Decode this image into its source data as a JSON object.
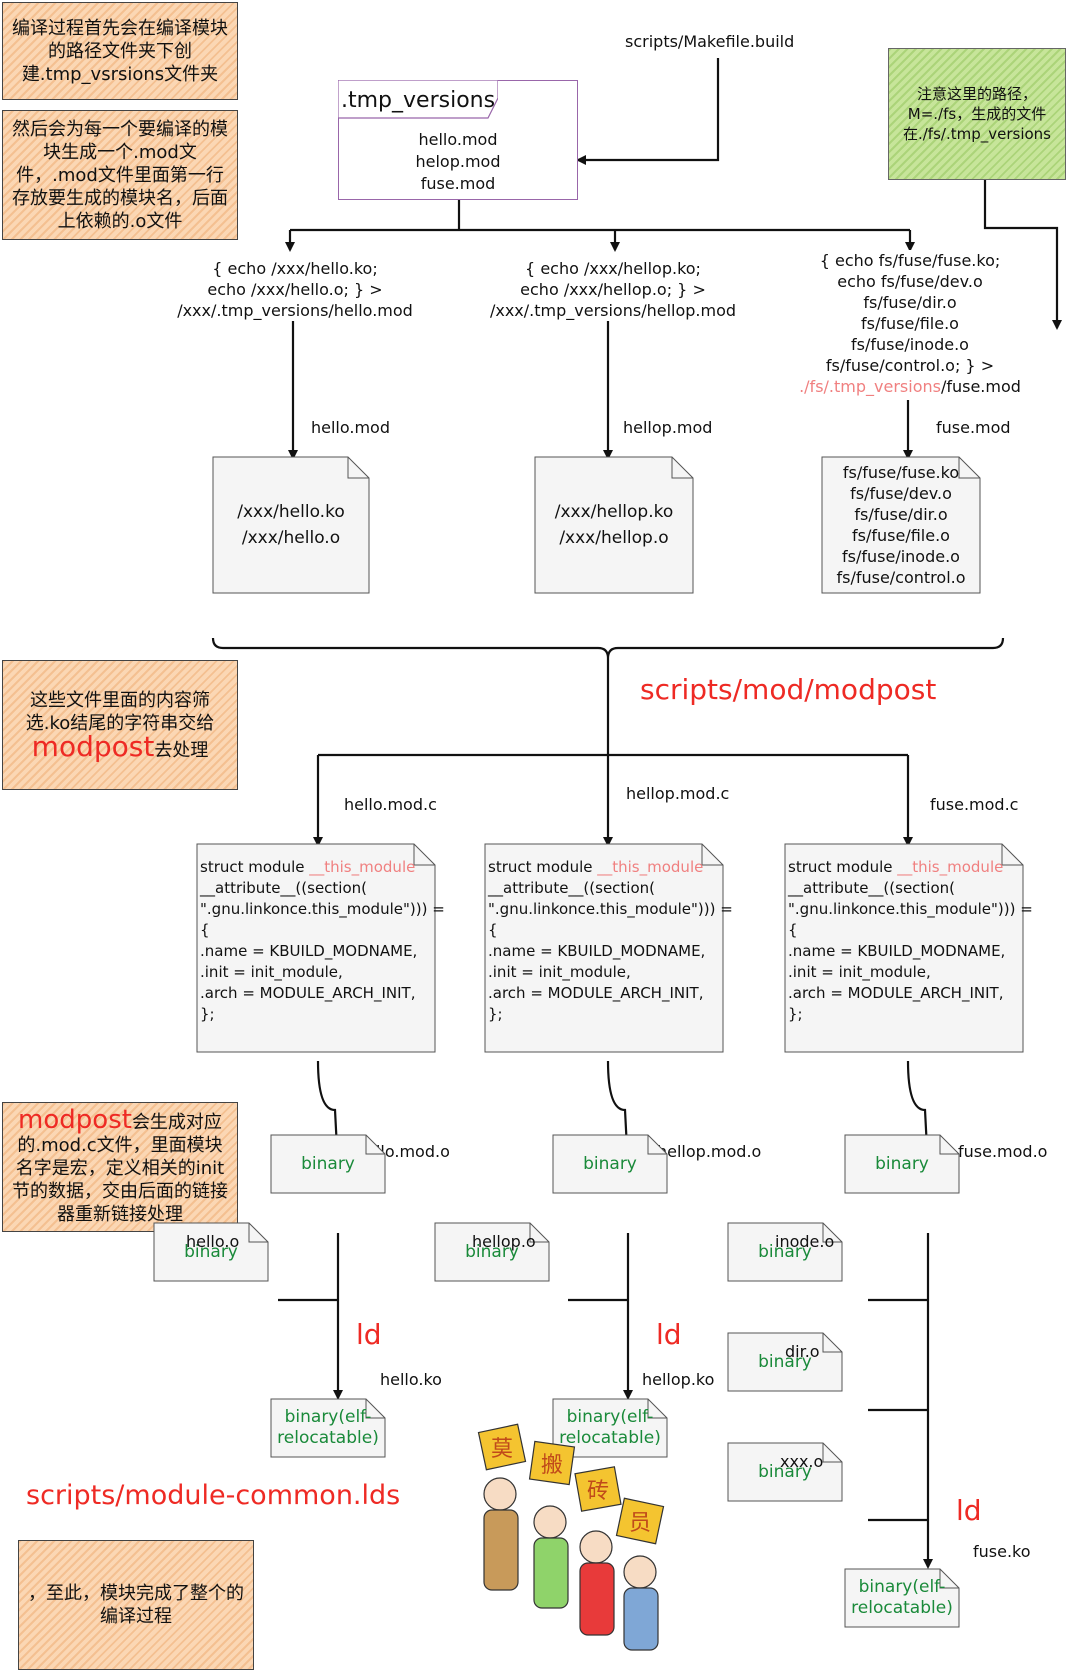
{
  "notes": {
    "note1": "编译过程首先会在编译模块的路径文件夹下创建.tmp_vsrsions文件夹",
    "note2": "然后会为每一个要编译的模块生成一个.mod文件，.mod文件里面第一行存放要生成的模块名，后面上依赖的.o文件",
    "note3_a": "这些文件里面的内容筛选.ko结尾的字符串交给",
    "note3_red": "modpost",
    "note3_b": "去处理",
    "note4_red": "modpost",
    "note4_b": "会生成对应的.mod.c文件，里面模块名字是宏，定义相关的init节的数据，交由后面的链接器重新链接处理",
    "note5": "，至此，模块完成了整个的编译过程",
    "green_note": "注意这里的路径，M=./fs，生成的文件在./fs/.tmp_versions"
  },
  "top": {
    "makefile_label": "scripts/Makefile.build",
    "tmp_versions_title": ".tmp_versions",
    "tmp_versions_files": [
      "hello.mod",
      "helop.mod",
      "fuse.mod"
    ]
  },
  "echo": {
    "hello": [
      "{ echo /xxx/hello.ko;",
      "echo /xxx/hello.o; } >",
      "/xxx/.tmp_versions/hello.mod"
    ],
    "hellop": [
      "{ echo /xxx/hellop.ko;",
      "echo /xxx/hellop.o; } >",
      "/xxx/.tmp_versions/hellop.mod"
    ],
    "fuse": [
      "{ echo fs/fuse/fuse.ko;",
      "echo fs/fuse/dev.o",
      "fs/fuse/dir.o",
      "fs/fuse/file.o",
      "fs/fuse/inode.o",
      "fs/fuse/control.o; } >"
    ],
    "fuse_last_red": "./fs/.tmp_versions",
    "fuse_last_black": "/fuse.mod"
  },
  "mod_files": {
    "hello_label": "hello.mod",
    "hellop_label": "hellop.mod",
    "fuse_label": "fuse.mod",
    "hello_lines": [
      "/xxx/hello.ko",
      "/xxx/hello.o"
    ],
    "hellop_lines": [
      "/xxx/hellop.ko",
      "/xxx/hellop.o"
    ],
    "fuse_lines": [
      "fs/fuse/fuse.ko",
      "fs/fuse/dev.o",
      "fs/fuse/dir.o",
      "fs/fuse/file.o",
      "fs/fuse/inode.o",
      "fs/fuse/control.o"
    ]
  },
  "modpost": {
    "label": "scripts/mod/modpost",
    "hello_c": "hello.mod.c",
    "hellop_c": "hellop.mod.c",
    "fuse_c": "fuse.mod.c",
    "code_line1_a": "struct module ",
    "code_line1_red": "__this_module",
    "code_lines": [
      "__attribute__((section(",
      "\".gnu.linkonce.this_module\"))) =",
      "{",
      ".name = KBUILD_MODNAME,",
      ".init = init_module,",
      ".arch = MODULE_ARCH_INIT,",
      "};"
    ]
  },
  "objects": {
    "hello_mod_o": "hello.mod.o",
    "hellop_mod_o": "hellop.mod.o",
    "fuse_mod_o": "fuse.mod.o",
    "hello_o": "hello.o",
    "hellop_o": "hellop.o",
    "inode_o": "inode.o",
    "dir_o": "dir.o",
    "xxx_o": "xxx.o",
    "binary": "binary",
    "ld": "ld",
    "hello_ko": "hello.ko",
    "hellop_ko": "hellop.ko",
    "fuse_ko": "fuse.ko",
    "elf_line1": "binary(elf-",
    "elf_line2": "relocatable)",
    "lds_label": "scripts/module-common.lds"
  },
  "sticker": [
    "莫",
    "搬",
    "砖",
    "员"
  ]
}
